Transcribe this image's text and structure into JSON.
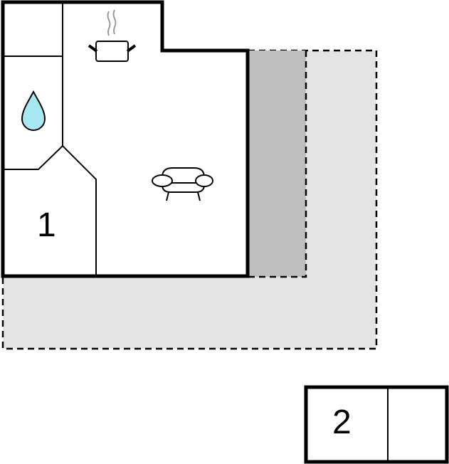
{
  "floorplan": {
    "rooms": [
      {
        "id": "1",
        "label": "1"
      },
      {
        "id": "2",
        "label": "2"
      }
    ],
    "icons": [
      "kitchen-pot-icon",
      "water-drop-icon",
      "sofa-icon"
    ],
    "colors": {
      "wall": "#000000",
      "terrace": "#e4e4e4",
      "covered_terrace": "#bfbfbf",
      "water": "#a8e8f2",
      "steam": "#999999",
      "floor": "#ffffff"
    }
  }
}
